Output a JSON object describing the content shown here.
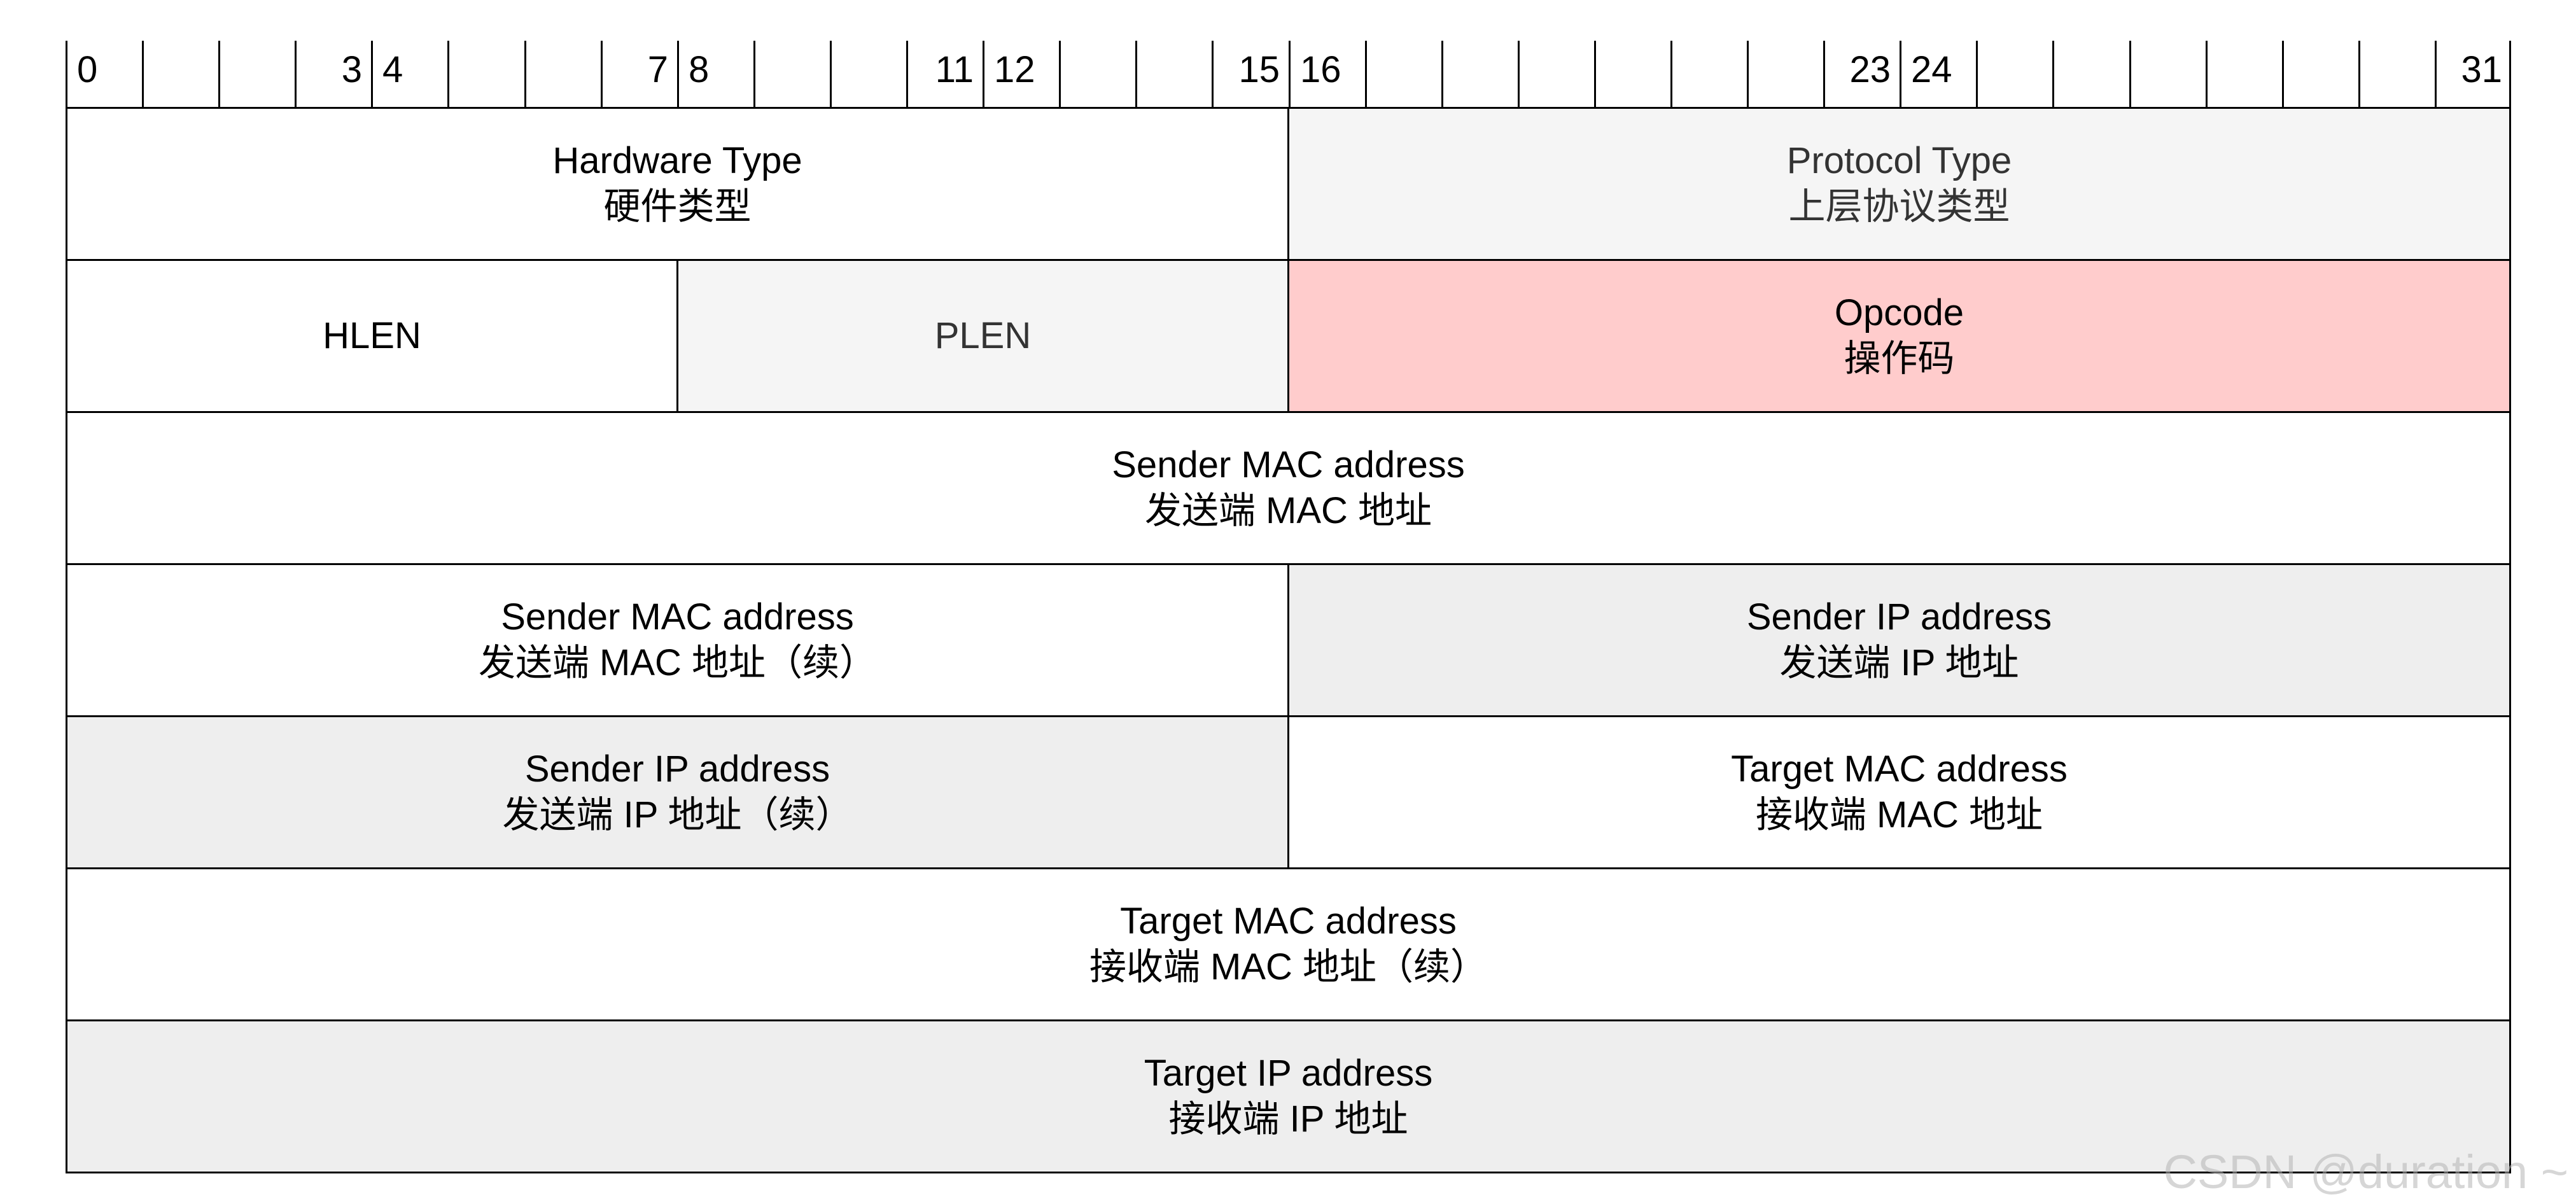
{
  "ruler": {
    "labels": [
      "0",
      "3",
      "4",
      "7",
      "8",
      "11",
      "12",
      "15",
      "16",
      "23",
      "24",
      "31"
    ]
  },
  "fields": {
    "hardware_type": {
      "en": "Hardware Type",
      "zh": "硬件类型"
    },
    "protocol_type": {
      "en": "Protocol Type",
      "zh": "上层协议类型"
    },
    "hlen": {
      "en": "HLEN"
    },
    "plen": {
      "en": "PLEN"
    },
    "opcode": {
      "en": "Opcode",
      "zh": "操作码"
    },
    "sender_mac_1": {
      "en": "Sender MAC address",
      "zh": "发送端 MAC 地址"
    },
    "sender_mac_2": {
      "en": "Sender MAC address",
      "zh": "发送端 MAC 地址（续）"
    },
    "sender_ip_1": {
      "en": "Sender IP address",
      "zh": "发送端 IP 地址"
    },
    "sender_ip_2": {
      "en": "Sender IP address",
      "zh": "发送端 IP 地址（续）"
    },
    "target_mac_1": {
      "en": "Target MAC address",
      "zh": "接收端 MAC 地址"
    },
    "target_mac_2": {
      "en": "Target MAC address",
      "zh": "接收端 MAC 地址（续）"
    },
    "target_ip": {
      "en": "Target IP address",
      "zh": "接收端 IP 地址"
    }
  },
  "colors": {
    "white": "#ffffff",
    "light_grey": "#f5f5f5",
    "grey": "#eeeeee",
    "opcode_pink": "#ffcccc"
  },
  "watermark": "CSDN @duration ~"
}
